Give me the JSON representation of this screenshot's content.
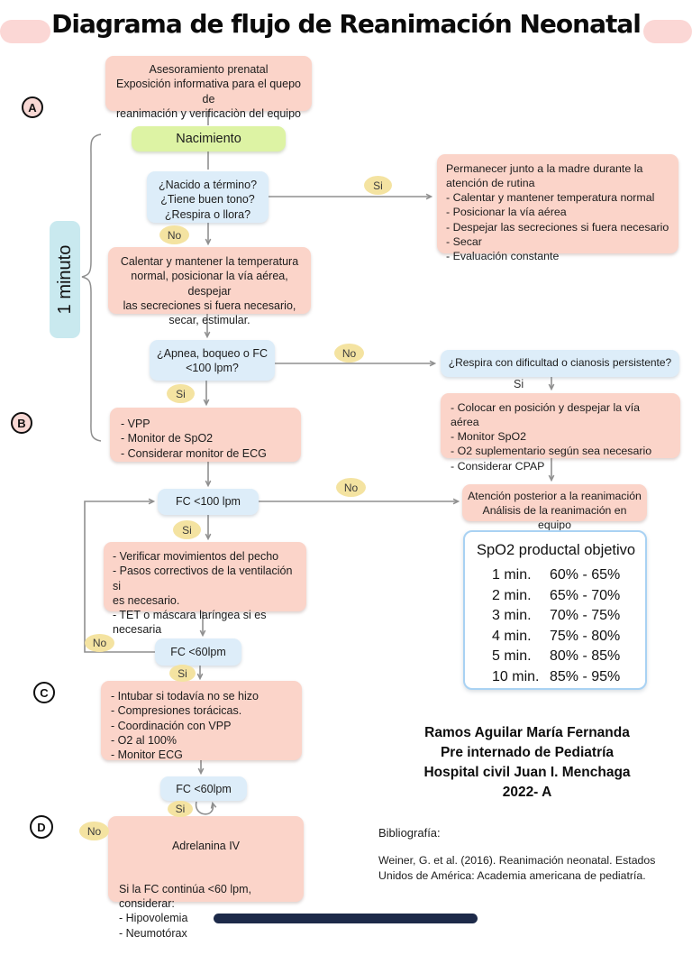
{
  "page": {
    "title": "Diagrama de flujo de Reanimación Neonatal"
  },
  "labels": {
    "yes": "Si",
    "no": "No",
    "timeline": "1 minuto",
    "section_a": "A",
    "section_b": "B",
    "section_c": "C",
    "section_d": "D"
  },
  "nodes": {
    "prenatal": "Asesoramiento prenatal\nExposición informativa para el quepo de\nreanimación y verificaciòn del equipo",
    "nacimiento": "Nacimiento",
    "q_termino": "¿Nacido a término?\n¿Tiene buen tono?\n¿Respira o llora?",
    "rutina": "Permanecer junto a la madre durante la\natención de rutina\n- Calentar y mantener temperatura normal\n- Posicionar la vía aérea\n- Despejar las secreciones si fuera necesario\n- Secar\n-  Evaluación constante",
    "calentar": "Calentar y mantener la temperatura\nnormal, posicionar la vía aérea, despejar\nlas secreciones si fuera necesario,\nsecar, estimular.",
    "q_apnea": "¿Apnea, boqueo o FC\n<100 lpm?",
    "vpp": "- VPP\n- Monitor de SpO2\n- Considerar monitor de ECG",
    "q_respira": "¿Respira con dificultad o cianosis persistente?",
    "colocar": "- Colocar en posición y despejar la vía aérea\n- Monitor SpO2\n- O2 suplementario según sea necesario\n- Considerar CPAP",
    "fc100": "FC <100 lpm",
    "atencion": "Atención posterior a la reanimación\nAnálisis de la reanimación en equipo",
    "verificar": "- Verificar movimientos del pecho\n- Pasos correctivos de la ventilación si\nes necesario.\n- TET o máscara laríngea si es necesaria",
    "fc60_a": "FC <60lpm",
    "intubar": "- Intubar si todavía no se hizo\n- Compresiones torácicas.\n- Coordinación con VPP\n- O2 al 100%\n- Monitor ECG",
    "fc60_b": "FC <60lpm",
    "adrenalina_heading": "Adrelanina IV",
    "adrenalina_body": "Si la FC continúa <60 lpm, considerar:\n- Hipovolemia\n- Neumotórax"
  },
  "spo2": {
    "title": "SpO2 productal objetivo",
    "rows": [
      {
        "time": "1 min.",
        "range": "60% - 65%"
      },
      {
        "time": "2 min.",
        "range": "65% - 70%"
      },
      {
        "time": "3 min.",
        "range": "70% - 75%"
      },
      {
        "time": "4 min.",
        "range": "75% - 80%"
      },
      {
        "time": "5 min.",
        "range": "80% - 85%"
      },
      {
        "time": "10 min.",
        "range": "85% - 95%"
      }
    ]
  },
  "credits": "Ramos Aguilar María Fernanda\nPre internado de Pediatría\nHospital civil Juan I. Menchaga\n2022- A",
  "bibliography": {
    "label": "Bibliografía:",
    "text": "Weiner, G. et al. (2016). Reanimación neonatal. Estados\nUnidos de América: Academia americana de pediatría."
  },
  "colors": {
    "action_box_pink": "#fbd4c9",
    "decision_box_blue": "#ddedf9",
    "start_box_green": "#ddf3a4",
    "decision_oval_yellow": "#f4e3a1",
    "timeline_highlight_teal": "#c9e9ef",
    "title_accent_pink": "#fbd7d5",
    "spo2_border_blue": "#a9d2f3",
    "connector_gray": "#8f8f8f",
    "home_indicator_navy": "#1d2a49"
  }
}
